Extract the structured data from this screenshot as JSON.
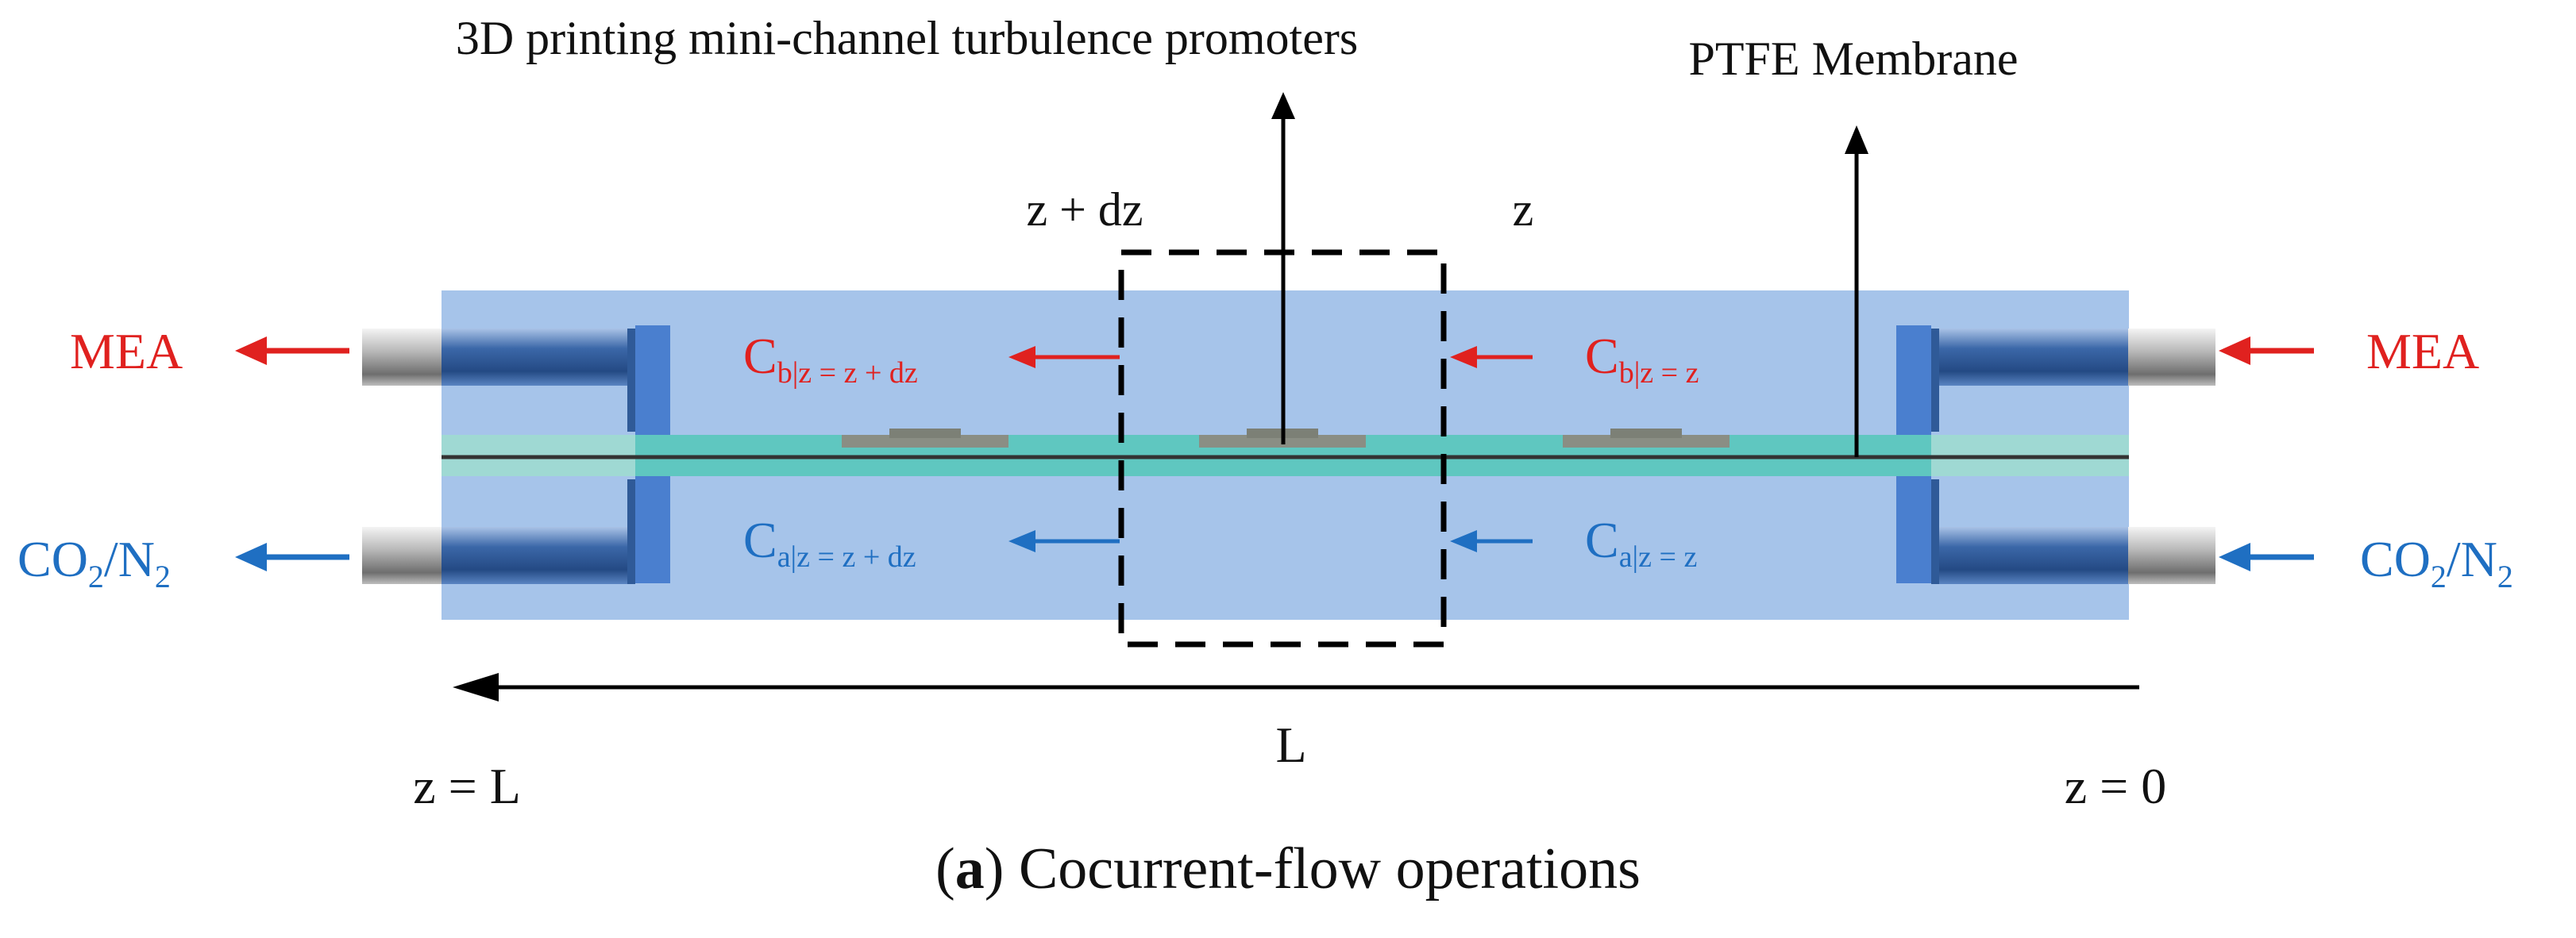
{
  "labels": {
    "top_promoters": "3D printing mini-channel turbulence promoters",
    "top_membrane": "PTFE Membrane",
    "z_plus_dz": "z + dz",
    "z": "z",
    "left_mea": "MEA",
    "right_mea": "MEA",
    "left_gas_co": "CO",
    "left_gas_sub": "2",
    "left_gas_n": "/N",
    "left_gas_sub2": "2",
    "right_gas_co": "CO",
    "right_gas_sub": "2",
    "right_gas_n": "/N",
    "right_gas_sub2": "2",
    "cb_left_main": "C",
    "cb_left_sub": "b|z = z + dz",
    "cb_right_main": "C",
    "cb_right_sub": "b|z = z",
    "ca_left_main": "C",
    "ca_left_sub": "a|z = z + dz",
    "ca_right_main": "C",
    "ca_right_sub": "a|z = z",
    "length": "L",
    "z_equals_L": "z = L",
    "z_equals_0": "z = 0"
  },
  "caption": {
    "letter": "a",
    "open": "(",
    "close": ")",
    "text": " Cocurrent-flow operations"
  },
  "colors": {
    "module_body": "#a6c4ea",
    "membrane": "#5fc7c0",
    "pipe_blue": "#3a68a8",
    "pipe_gray": "#9a9a9a",
    "liquid_red": "#e0211f",
    "gas_blue": "#1f6fc2",
    "promoter": "#8a8e84"
  }
}
